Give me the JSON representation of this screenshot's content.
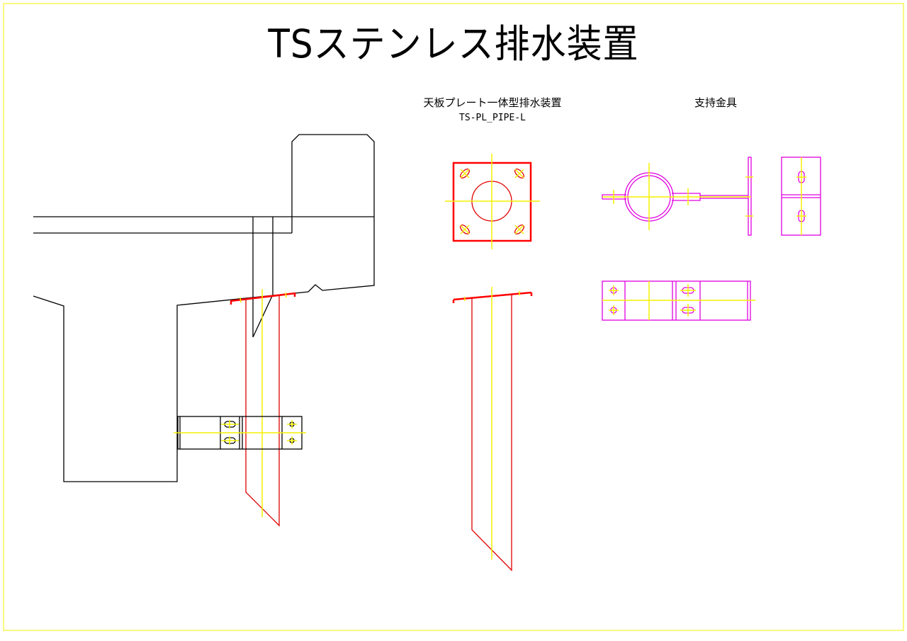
{
  "title": "TSステンレス排水装置",
  "product": {
    "name": "天板プレート一体型排水装置",
    "model": "TS-PL_PIPE-L"
  },
  "bracket": {
    "name": "支持金具"
  },
  "colors": {
    "structure": "#000000",
    "drain": "#ff0000",
    "centerline": "#f5f000",
    "bracket": "#e000e0",
    "frame": "#f5f000"
  }
}
